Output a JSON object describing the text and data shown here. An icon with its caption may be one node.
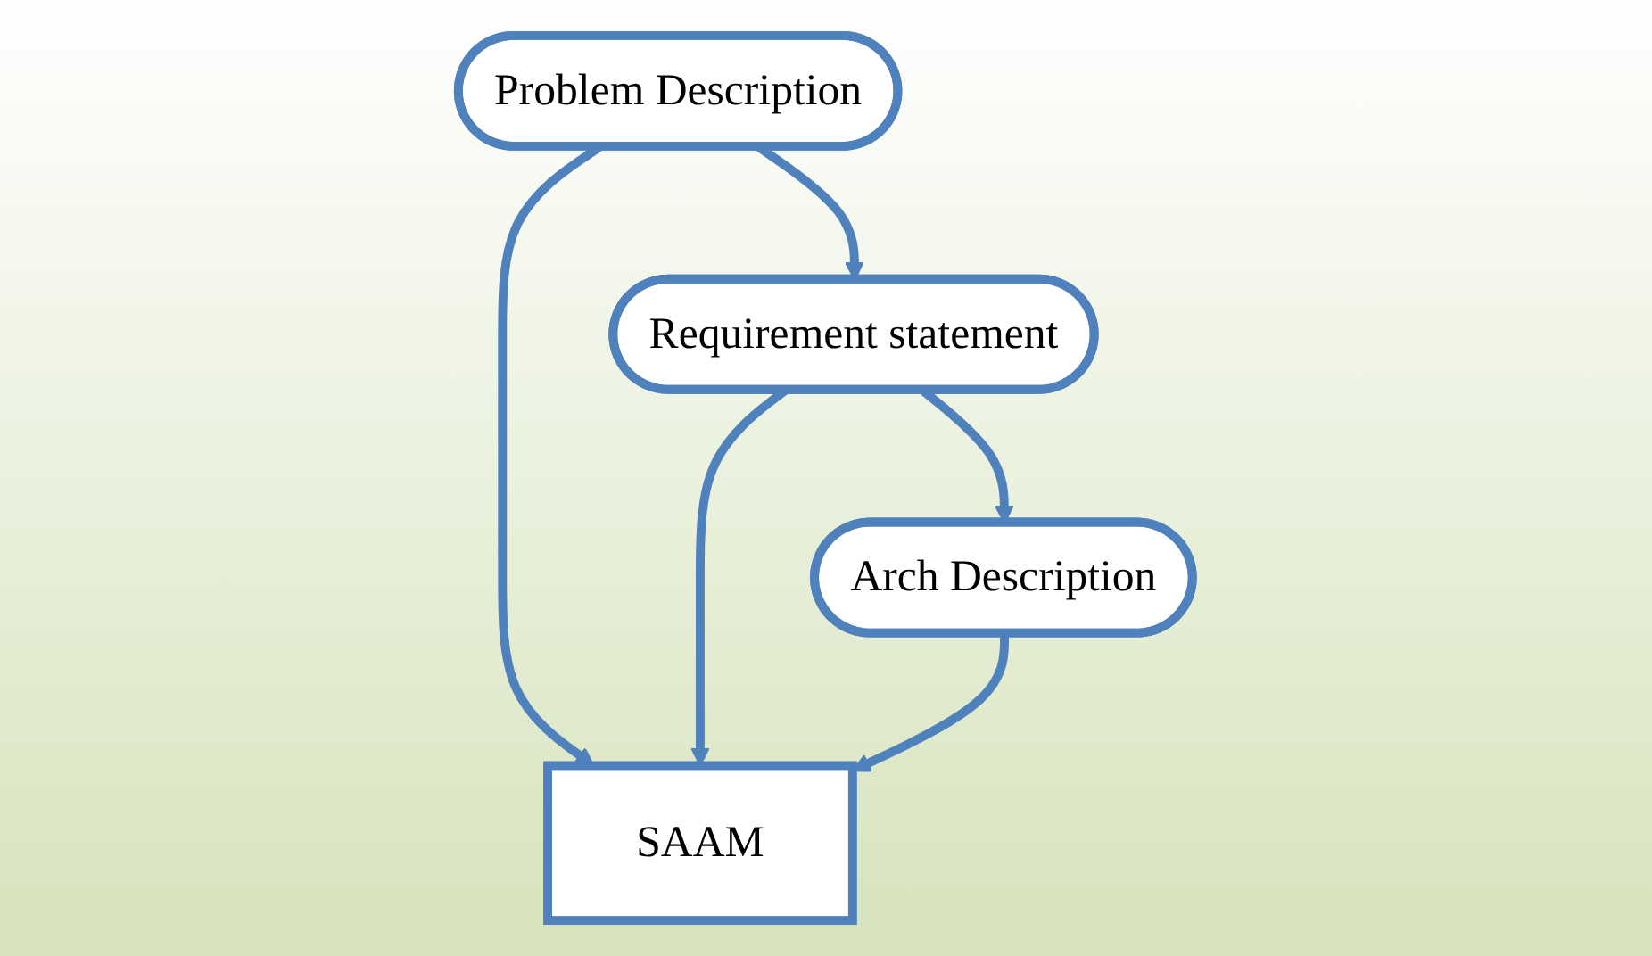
{
  "diagram": {
    "nodes": [
      {
        "text": [
          "Problem Description"
        ]
      },
      {
        "text": [
          "Requirement statement"
        ]
      },
      {
        "text": [
          "Arch Description"
        ]
      },
      {
        "text": [
          "SAAM"
        ]
      }
    ],
    "edges": [
      {
        "from": 0,
        "to": 1,
        "arrow": "to"
      },
      {
        "from": 1,
        "to": 2,
        "arrow": "to"
      },
      {
        "from": 0,
        "to": 3,
        "arrow": "to"
      },
      {
        "from": 1,
        "to": 3,
        "arrow": "to"
      },
      {
        "from": 2,
        "to": 3,
        "arrow": "to"
      }
    ]
  }
}
